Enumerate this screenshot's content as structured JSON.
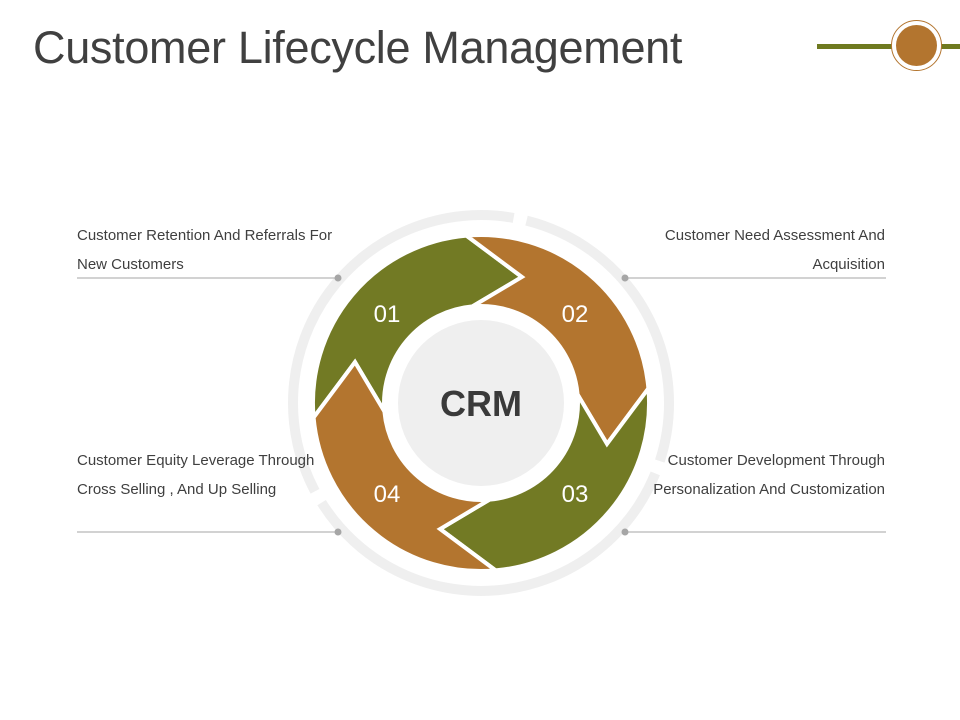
{
  "title": "Customer Lifecycle Management",
  "center_label": "CRM",
  "colors": {
    "olive": "#727a24",
    "copper": "#b3752f",
    "ring": "#efefef",
    "center": "#efefef",
    "text": "#404040",
    "leader": "#a6a6a6"
  },
  "steps": [
    {
      "number": "01",
      "text": "Customer Retention And Referrals For New Customers",
      "color": "olive"
    },
    {
      "number": "02",
      "text": "Customer Need Assessment And Acquisition",
      "color": "copper"
    },
    {
      "number": "03",
      "text": "Customer Development Through Personalization And Customization",
      "color": "olive"
    },
    {
      "number": "04",
      "text": "Customer Equity Leverage Through Cross Selling , And Up Selling",
      "color": "copper"
    }
  ]
}
